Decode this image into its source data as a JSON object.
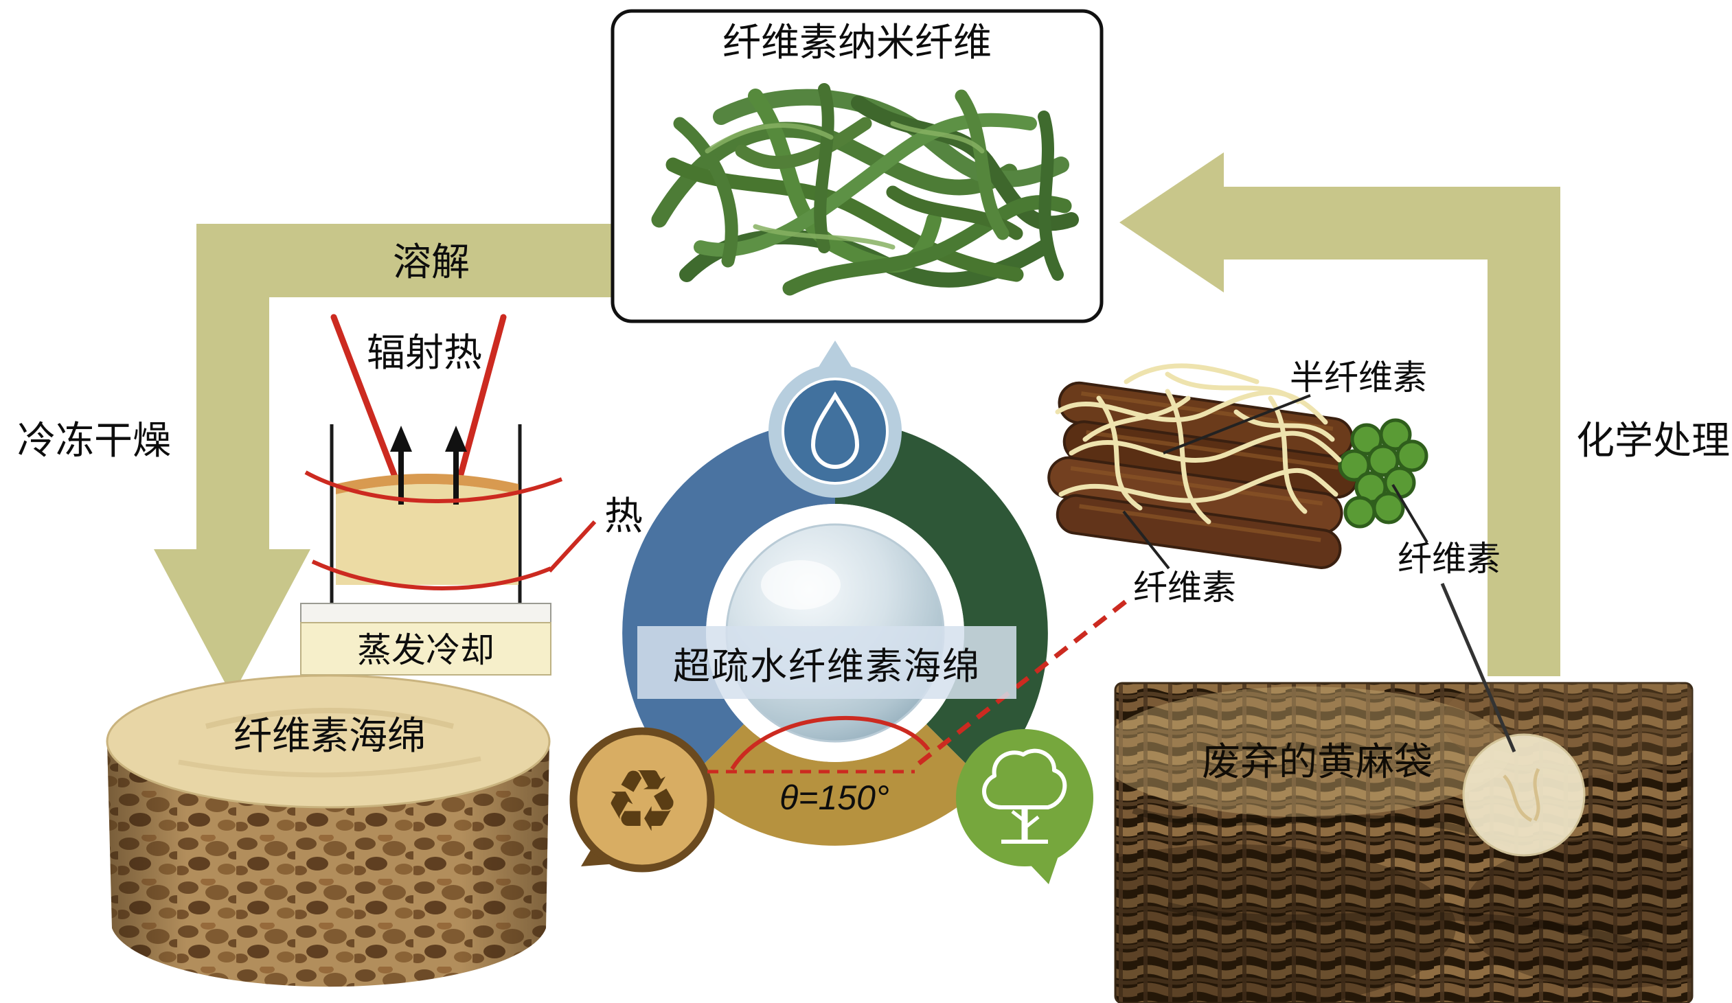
{
  "figure": {
    "nanofiber_box": {
      "title": "纤维素纳米纤维"
    },
    "left_path": {
      "dissolve": "溶解",
      "freeze_dry": "冷冻干燥"
    },
    "right_path": {
      "chemical_treatment": "化学处理"
    },
    "evaporator": {
      "radiant_heat": "辐射热",
      "heat": "热",
      "evaporative_cooling": "蒸发冷却"
    },
    "sponge": {
      "label": "纤维素海绵"
    },
    "center_cycle": {
      "label": "超疏水纤维素海绵",
      "contact_angle": "θ=150°",
      "recycle_glyph": "♻",
      "icons": [
        "water-drop-icon",
        "recycle-icon",
        "tree-icon"
      ]
    },
    "fiber_bundle": {
      "hemicellulose": "半纤维素",
      "cellulose": "纤维素",
      "cellulose_cross_section": "纤维素"
    },
    "jute": {
      "label": "废弃的黄麻袋"
    }
  },
  "colors": {
    "arrow_olive": "#c8c68a",
    "fiber_green": "#4d7c36",
    "ring_blue": "#4a73a1",
    "ring_green": "#2e5737",
    "ring_gold": "#b6923f",
    "accent_red": "#cc2a20",
    "block_tan": "#ecdba4",
    "cooling_box": "#f6efca",
    "sponge_top": "#e8d6a6",
    "jute_brown": "#6b4f33"
  }
}
